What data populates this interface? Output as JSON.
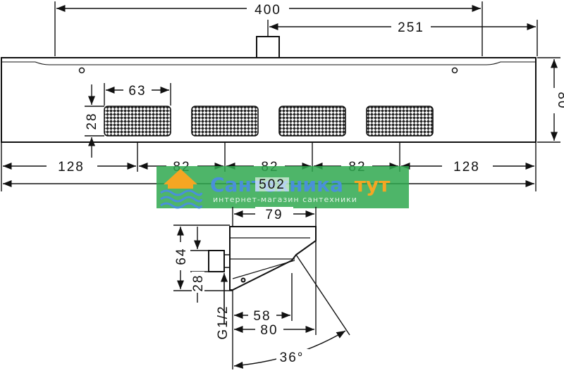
{
  "top": {
    "width_overall": "400",
    "inlet_offset": "251",
    "height": "80"
  },
  "front": {
    "jet_width": "63",
    "jet_height": "28",
    "edge_left": "128",
    "spacing_1": "82",
    "spacing_2": "82",
    "spacing_3": "82",
    "edge_right": "128",
    "length_total": "502"
  },
  "side": {
    "depth_top": "79",
    "height_total": "64",
    "connector_height": "28",
    "thread": "G1/2",
    "offset_58": "58",
    "offset_80": "80",
    "tilt_angle": "36°"
  },
  "watermark": {
    "brand_part1": "Сантехника",
    "brand_part2": "тут",
    "tagline": "интернет-магазин сантехники",
    "color_green": "#2fa84f",
    "color_blue": "#4a90d9",
    "color_orange": "#f5a623"
  }
}
